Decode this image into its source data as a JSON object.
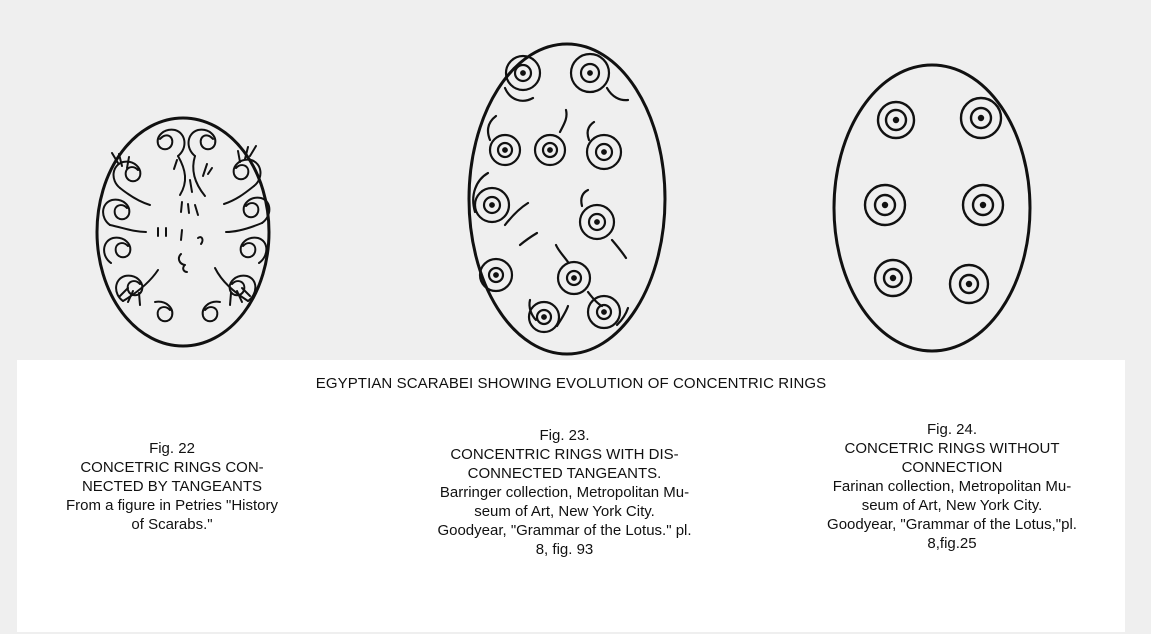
{
  "plate": {
    "title": "EGYPTIAN SCARABEI SHOWING EVOLUTION OF CONCENTRIC RINGS"
  },
  "figures": [
    {
      "id": "fig22",
      "lines": [
        "Fig. 22",
        "CONCETRIC RINGS CON-",
        "NECTED BY TANGEANTS",
        "From a figure in Petries \"History",
        "of Scarabs.\""
      ]
    },
    {
      "id": "fig23",
      "lines": [
        "Fig. 23.",
        "CONCENTRIC RINGS WITH DIS-",
        "CONNECTED TANGEANTS.",
        "Barringer collection, Metropolitan Mu-",
        "seum of Art, New York City.",
        "Goodyear, \"Grammar of the Lotus.\" pl.",
        "8, fig. 93"
      ]
    },
    {
      "id": "fig24",
      "lines": [
        "Fig. 24.",
        "CONCETRIC RINGS WITHOUT",
        "CONNECTION",
        "Farinan collection, Metropolitan Mu-",
        "seum of Art, New York City.",
        "Goodyear, \"Grammar of the Lotus,\"pl.",
        "8,fig.25"
      ]
    }
  ],
  "colors": {
    "ink": "#111111",
    "paper": "#efefef",
    "caption_background": "#ffffff"
  }
}
